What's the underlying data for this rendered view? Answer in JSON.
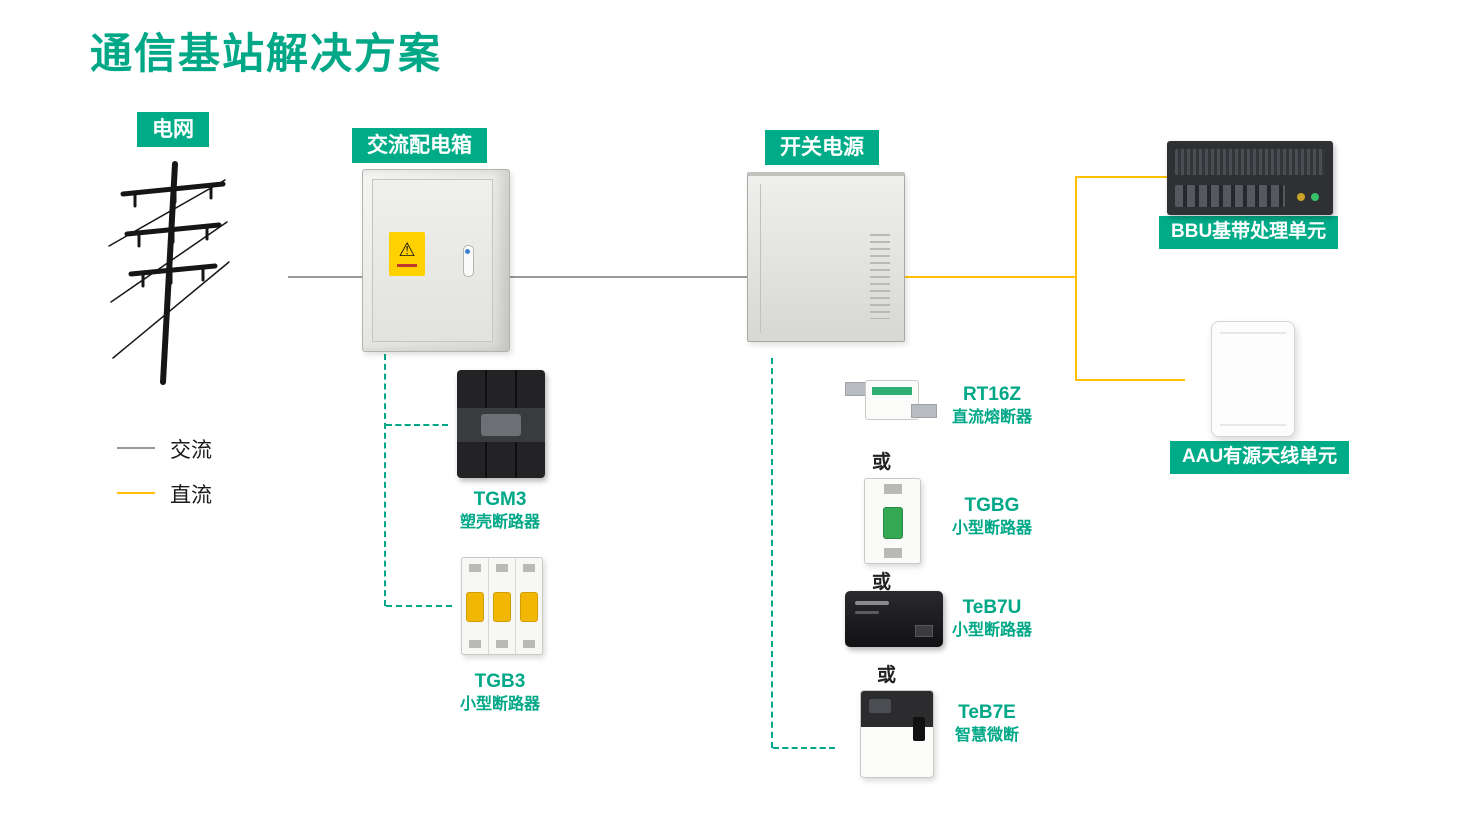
{
  "title": "通信基站解决方案",
  "legend": {
    "ac_label": "交流",
    "dc_label": "直流"
  },
  "nodes": {
    "grid": {
      "label": "电网"
    },
    "ac_box": {
      "label": "交流配电箱"
    },
    "power": {
      "label": "开关电源"
    },
    "bbu": {
      "label": "BBU基带处理单元"
    },
    "aau": {
      "label": "AAU有源天线单元"
    }
  },
  "or_label": "或",
  "products": {
    "tgm3": {
      "name": "TGM3",
      "desc": "塑壳断路器"
    },
    "tgb3": {
      "name": "TGB3",
      "desc": "小型断路器"
    },
    "rt16z": {
      "name": "RT16Z",
      "desc": "直流熔断器"
    },
    "tgbg": {
      "name": "TGBG",
      "desc": "小型断路器"
    },
    "teb7u": {
      "name": "TeB7U",
      "desc": "小型断路器"
    },
    "teb7e": {
      "name": "TeB7E",
      "desc": "智慧微断"
    }
  },
  "icons": {
    "warning": "⚠"
  },
  "colors": {
    "accent": "#00A887",
    "dc_line": "#FFC000",
    "ac_line": "#9A9A9A"
  }
}
